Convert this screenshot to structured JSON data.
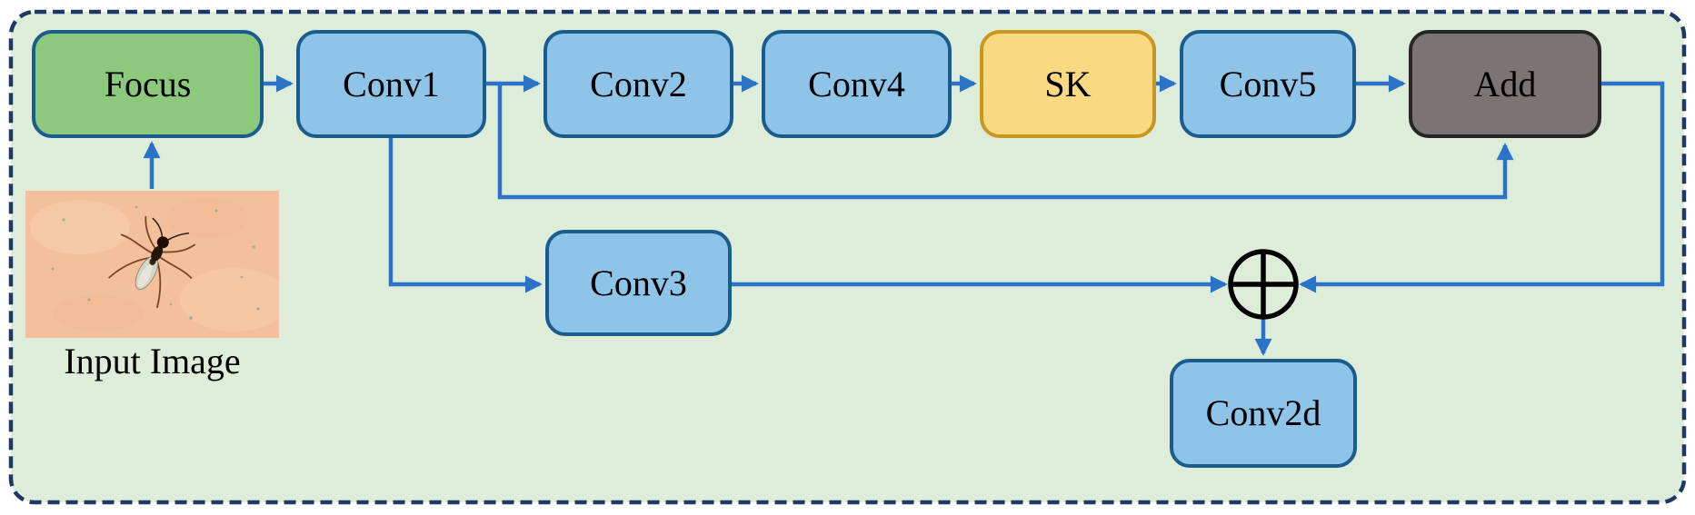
{
  "figure": {
    "type": "neural-network-architecture-diagram"
  },
  "nodes": {
    "focus": {
      "label": "Focus",
      "kind": "green"
    },
    "conv1": {
      "label": "Conv1",
      "kind": "blue"
    },
    "conv2": {
      "label": "Conv2",
      "kind": "blue"
    },
    "conv4": {
      "label": "Conv4",
      "kind": "blue"
    },
    "sk": {
      "label": "SK",
      "kind": "yellow"
    },
    "conv5": {
      "label": "Conv5",
      "kind": "blue"
    },
    "add": {
      "label": "Add",
      "kind": "gray"
    },
    "conv3": {
      "label": "Conv3",
      "kind": "blue"
    },
    "conv2d": {
      "label": "Conv2d",
      "kind": "blue"
    }
  },
  "operators": {
    "sum": {
      "name": "circled-plus",
      "symbol": "⊕"
    }
  },
  "input_image": {
    "caption": "Input Image",
    "content": "insect-on-skin-photo"
  },
  "edges": [
    {
      "from": "input_image",
      "to": "focus"
    },
    {
      "from": "focus",
      "to": "conv1"
    },
    {
      "from": "conv1",
      "to": "conv2"
    },
    {
      "from": "conv1",
      "to": "conv3"
    },
    {
      "from": "conv1",
      "to": "add",
      "via": "skip-connection"
    },
    {
      "from": "conv2",
      "to": "conv4"
    },
    {
      "from": "conv4",
      "to": "sk"
    },
    {
      "from": "sk",
      "to": "conv5"
    },
    {
      "from": "conv5",
      "to": "add"
    },
    {
      "from": "add",
      "to": "sum"
    },
    {
      "from": "conv3",
      "to": "sum"
    },
    {
      "from": "sum",
      "to": "conv2d"
    }
  ],
  "colors": {
    "canvas_bg": "#ffffff",
    "panel_bg": "#deedd9",
    "panel_border": "#1f3864",
    "arrow": "#2b73c6",
    "blue_fill": "#8ec4e8",
    "blue_border": "#1a5c8c",
    "green_fill": "#8cc97c",
    "yellow_fill": "#fad983",
    "yellow_border": "#c9971d",
    "gray_fill": "#7a7474",
    "gray_border": "#262626",
    "photo_bg": "#f4c09b",
    "text": "#000000"
  }
}
